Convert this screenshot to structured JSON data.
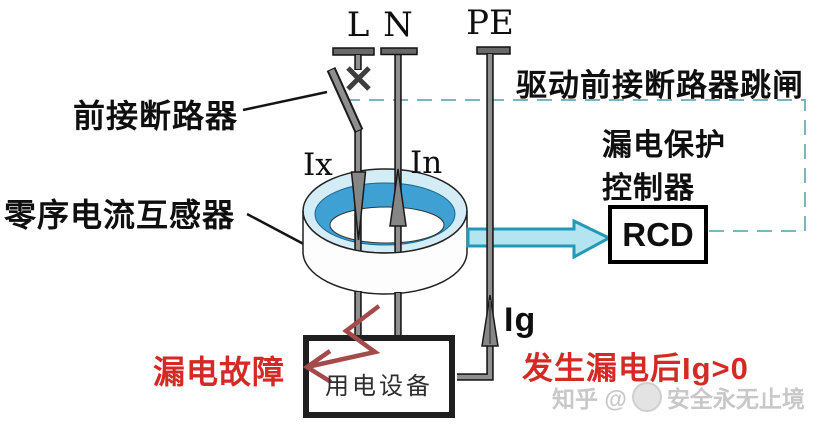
{
  "labels": {
    "phase": "L",
    "neutral": "N",
    "earth": "PE",
    "front_breaker": "前接断路器",
    "zero_sequence_ct": "零序电流互感器",
    "trip_drive": "驱动前接断路器跳闸",
    "controller_line1": "漏电保护",
    "controller_line2": "控制器",
    "rcd": "RCD",
    "current_ix": "Ix",
    "current_in": "In",
    "current_ig": "Ig",
    "equipment": "用电设备",
    "leakage_fault": "漏电故障",
    "leakage_result": "发生漏电后Ig>0"
  },
  "watermark": {
    "prefix": "知乎 @",
    "author": "安全永无止境"
  },
  "colors": {
    "red_text": "#d32a25",
    "fault_arrow": "#a54a4a",
    "ct_ring_outer": "#d3ecf6",
    "ct_ring_inner": "#3fa0d4",
    "signal_arrow_fill": "#b5e4f1",
    "signal_arrow_stroke": "#2399b8",
    "dashed_line": "#79b6bd",
    "wire_gray": "#8f8f8f",
    "text_black": "#111111"
  }
}
